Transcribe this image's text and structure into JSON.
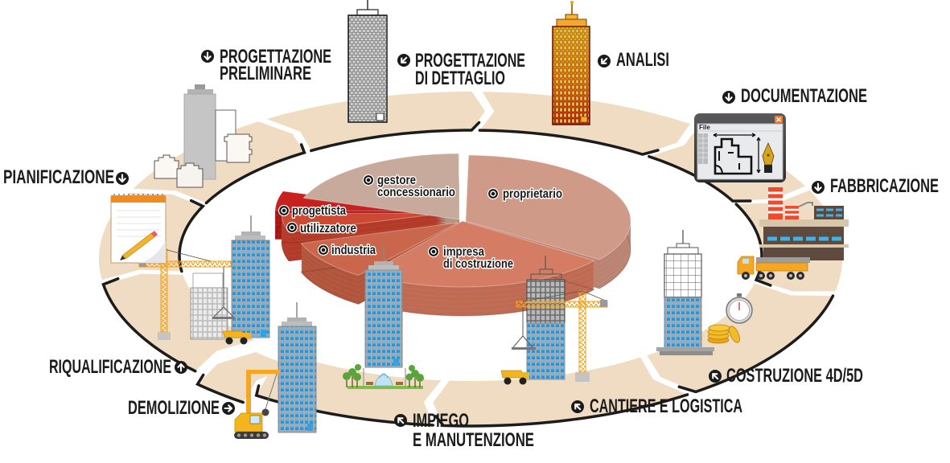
{
  "diagram": {
    "stages": [
      {
        "id": "pianificazione",
        "lines": [
          "PIANIFICAZIONE"
        ],
        "icon": "arrow-down-circle-icon"
      },
      {
        "id": "progettazione-preliminare",
        "lines": [
          "PROGETTAZIONE",
          "PRELIMINARE"
        ],
        "icon": "arrow-down-circle-icon"
      },
      {
        "id": "progettazione-di-dettaglio",
        "lines": [
          "PROGETTAZIONE",
          "DI DETTAGLIO"
        ],
        "icon": "arrow-down-left-circle-icon"
      },
      {
        "id": "analisi",
        "lines": [
          "ANALISI"
        ],
        "icon": "arrow-down-left-circle-icon"
      },
      {
        "id": "documentazione",
        "lines": [
          "DOCUMENTAZIONE"
        ],
        "icon": "arrow-down-circle-icon"
      },
      {
        "id": "fabbricazione",
        "lines": [
          "FABBRICAZIONE"
        ],
        "icon": "arrow-down-circle-icon"
      },
      {
        "id": "costruzione-4d-5d",
        "lines": [
          "COSTRUZIONE 4D/5D"
        ],
        "icon": "arrow-up-left-circle-icon"
      },
      {
        "id": "cantiere-e-logistica",
        "lines": [
          "CANTIERE E LOGISTICA"
        ],
        "icon": "arrow-up-left-circle-icon"
      },
      {
        "id": "impiego-e-manutenzione",
        "lines": [
          "IMPIEGO",
          "E MANUTENZIONE"
        ],
        "icon": "arrow-up-left-circle-icon"
      },
      {
        "id": "demolizione",
        "lines": [
          "DEMOLIZIONE"
        ],
        "icon": "arrow-right-circle-icon"
      },
      {
        "id": "riqualificazione",
        "lines": [
          "RIQUALIFICAZIONE"
        ],
        "icon": "arrow-up-circle-icon"
      }
    ]
  },
  "pie": {
    "slices": [
      {
        "id": "proprietario",
        "lines": [
          "proprietario"
        ],
        "share_pct_estimate": 35,
        "top_color": "#d09a88",
        "side_color": "#bb8371"
      },
      {
        "id": "impresa-di-costruzione",
        "lines": [
          "impresa",
          "di costruzione"
        ],
        "share_pct_estimate": 25,
        "top_color": "#d47d64",
        "side_color": "#bf6a52"
      },
      {
        "id": "industria",
        "lines": [
          "industria"
        ],
        "share_pct_estimate": 10,
        "top_color": "#c9664b",
        "side_color": "#b1553c"
      },
      {
        "id": "utilizzatore",
        "lines": [
          "utilizzatore"
        ],
        "share_pct_estimate": 5,
        "top_color": "#cc4a34",
        "side_color": "#b23a27"
      },
      {
        "id": "progettista",
        "lines": [
          "progettista"
        ],
        "share_pct_estimate": 5,
        "top_color": "#c81f1f",
        "side_color": "#a81616"
      },
      {
        "id": "gestore-concessionario",
        "lines": [
          "gestore",
          "concessionario"
        ],
        "share_pct_estimate": 20,
        "top_color": "#c8aa9c",
        "side_color": "#b39382"
      }
    ]
  },
  "document_window": {
    "menu_label": "File"
  },
  "colors": {
    "ring": "#f0dcc3",
    "ring_edge": "#1c1c1c",
    "label_text": "#1b1b1b",
    "icon_disc": "#1b1b1b"
  }
}
